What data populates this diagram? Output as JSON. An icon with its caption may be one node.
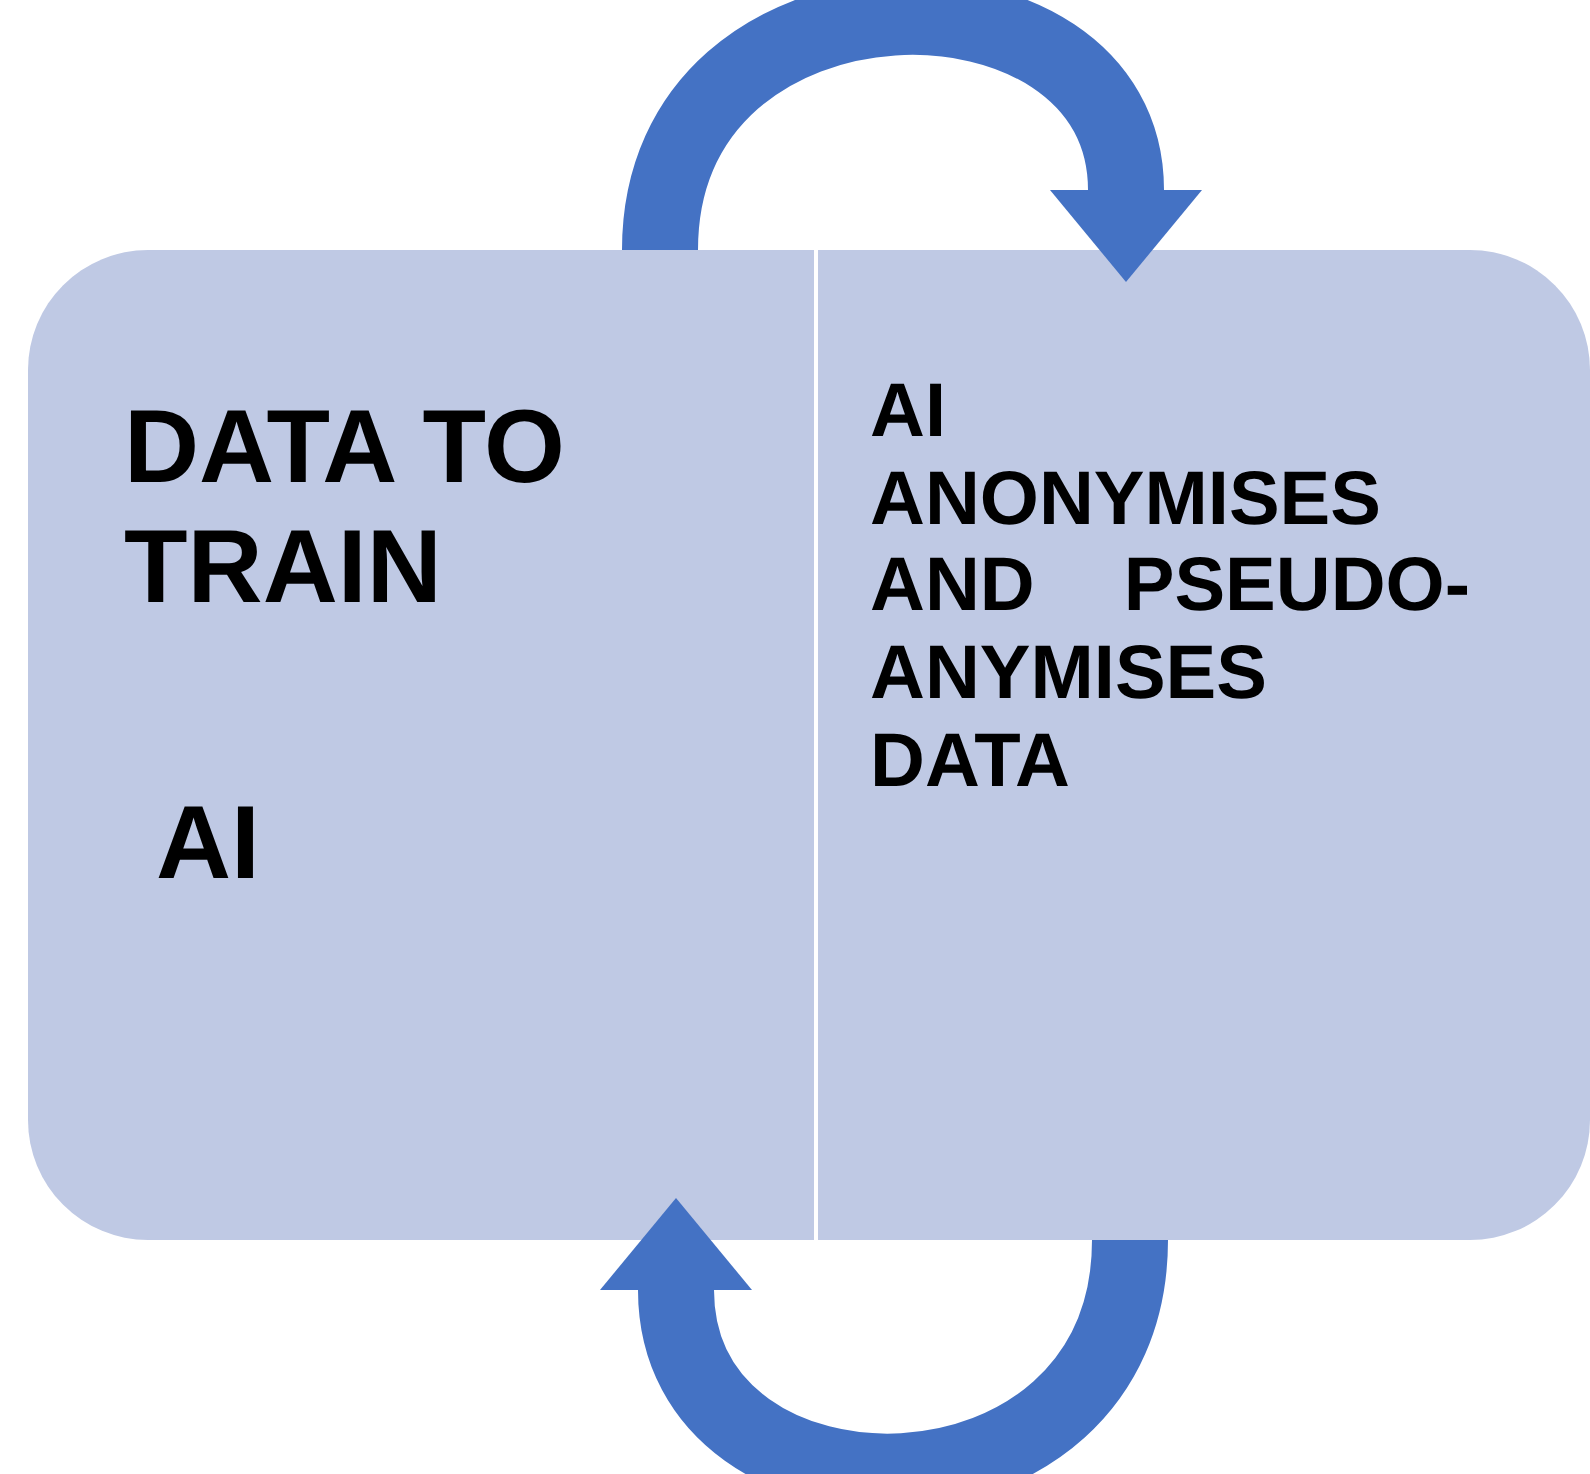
{
  "diagram": {
    "nodes": [
      {
        "text": [
          "DATA TO TRAIN",
          "AI"
        ]
      },
      {
        "text": [
          "AI ANONYMISES AND PSEUDO-ANYMISES DATA"
        ]
      }
    ],
    "edges": [
      {
        "from": 0,
        "to": 1,
        "arrow": "to"
      },
      {
        "from": 1,
        "to": 0,
        "arrow": "to"
      }
    ]
  }
}
